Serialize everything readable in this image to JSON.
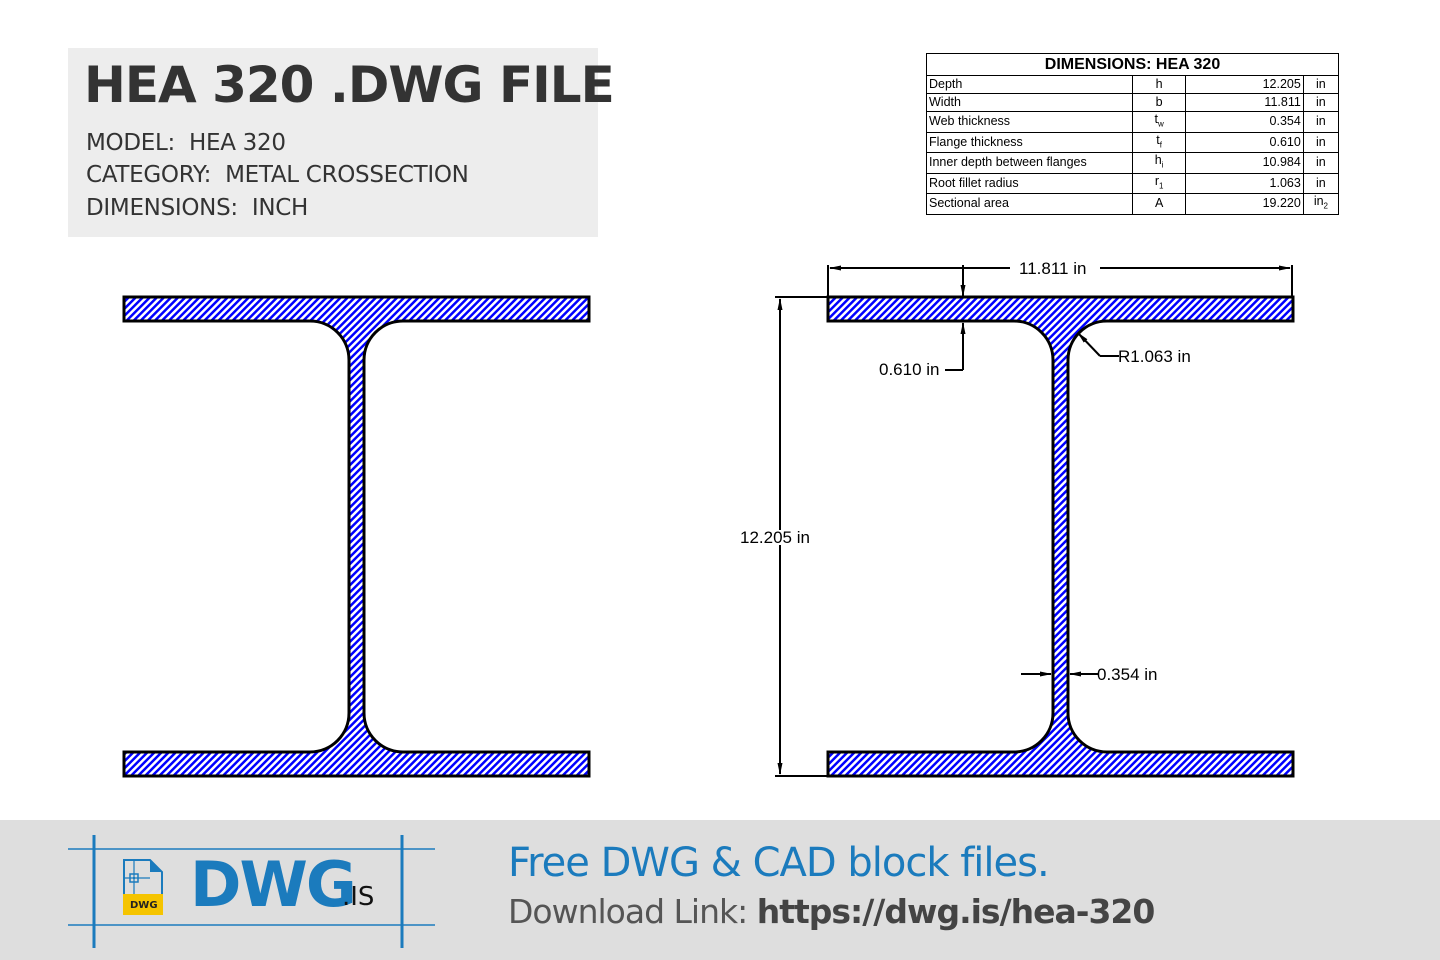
{
  "header": {
    "title": "HEA 320 .DWG FILE",
    "model_label": "MODEL:",
    "model_value": "HEA 320",
    "category_label": "CATEGORY:",
    "category_value": "METAL CROSSECTION",
    "dimensions_label": "DIMENSIONS:",
    "dimensions_value": "INCH"
  },
  "table": {
    "title": "DIMENSIONS: HEA 320",
    "rows": [
      {
        "name": "Depth",
        "symbol": "h",
        "sub": "",
        "value": "12.205",
        "unit": "in",
        "unit_sub": ""
      },
      {
        "name": "Width",
        "symbol": "b",
        "sub": "",
        "value": "11.811",
        "unit": "in",
        "unit_sub": ""
      },
      {
        "name": "Web thickness",
        "symbol": "t",
        "sub": "w",
        "value": "0.354",
        "unit": "in",
        "unit_sub": ""
      },
      {
        "name": "Flange thickness",
        "symbol": "t",
        "sub": "f",
        "value": "0.610",
        "unit": "in",
        "unit_sub": ""
      },
      {
        "name": "Inner depth between flanges",
        "symbol": "h",
        "sub": "i",
        "value": "10.984",
        "unit": "in",
        "unit_sub": ""
      },
      {
        "name": "Root fillet radius",
        "symbol": "r",
        "sub": "1",
        "value": "1.063",
        "unit": "in",
        "unit_sub": ""
      },
      {
        "name": "Sectional area",
        "symbol": "A",
        "sub": "",
        "value": "19.220",
        "unit": "in",
        "unit_sub": "2"
      }
    ]
  },
  "drawing": {
    "hatch_color": "#0000ff",
    "outline_color": "#000000",
    "annotations": {
      "width": "11.811 in",
      "flange": "0.610 in",
      "radius": "R1.063 in",
      "depth": "12.205 in",
      "web": "0.354 in"
    }
  },
  "footer": {
    "logo_main": "DWG",
    "logo_suffix": ".IS",
    "logo_badge": "DWG",
    "tagline": "Free DWG & CAD block files.",
    "download_label": "Download Link:",
    "download_url": "https://dwg.is/hea-320",
    "brand_color": "#1b7bbd",
    "badge_color": "#f5c400"
  }
}
